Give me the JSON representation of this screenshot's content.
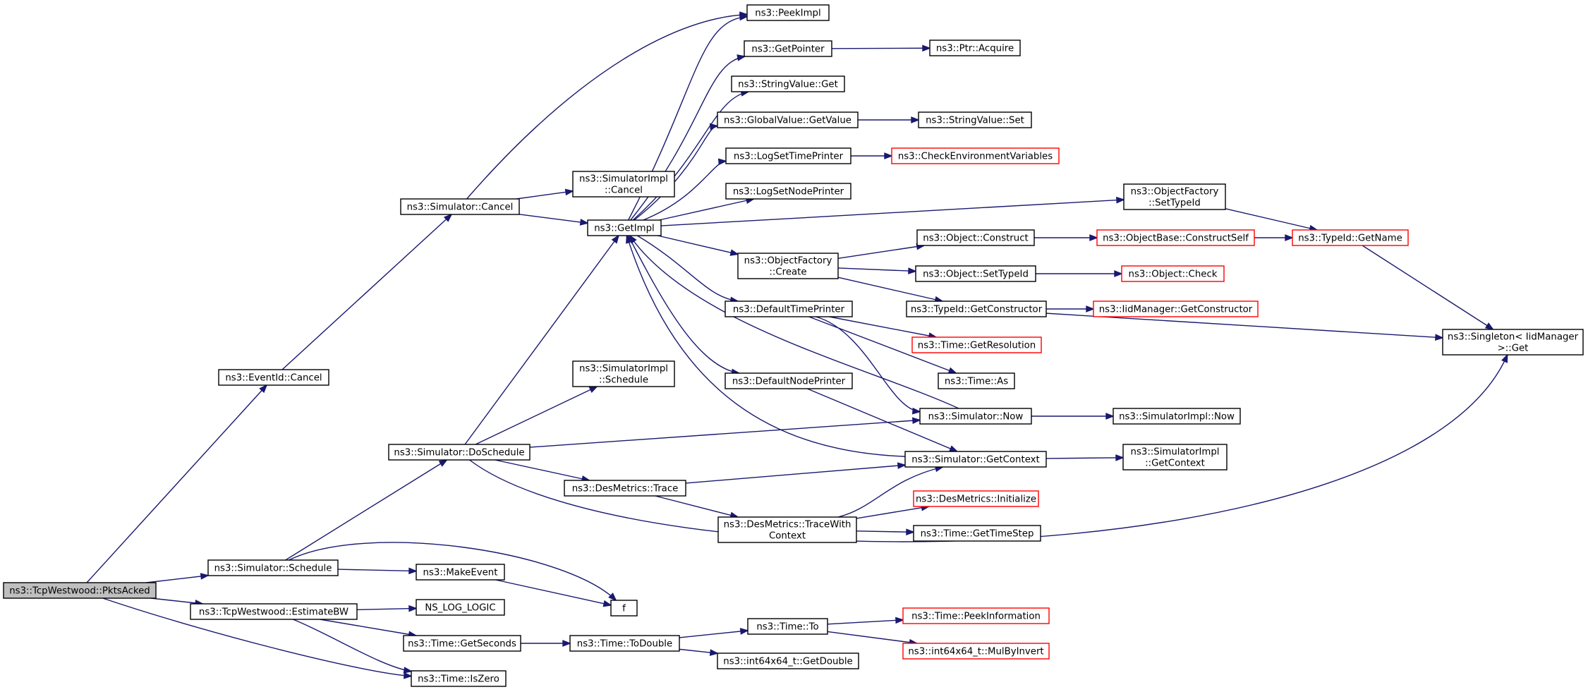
{
  "title": "",
  "colors": {
    "edge": "#191970",
    "border_normal": "#000000",
    "border_truncated": "#ff0000",
    "fill_root": "#bfbfbf",
    "fill_normal": "#ffffff"
  },
  "nodes": [
    {
      "id": "pktsacked",
      "lines": [
        "ns3::TcpWestwood::PktsAcked"
      ],
      "kind": "root"
    },
    {
      "id": "eventid_cancel",
      "lines": [
        "ns3::EventId::Cancel"
      ],
      "kind": "normal"
    },
    {
      "id": "simulator_cancel",
      "lines": [
        "ns3::Simulator::Cancel"
      ],
      "kind": "normal"
    },
    {
      "id": "simimpl_cancel",
      "lines": [
        "ns3::SimulatorImpl",
        "::Cancel"
      ],
      "kind": "normal"
    },
    {
      "id": "getimpl",
      "lines": [
        "ns3::GetImpl"
      ],
      "kind": "normal"
    },
    {
      "id": "peekimpl",
      "lines": [
        "ns3::PeekImpl"
      ],
      "kind": "normal"
    },
    {
      "id": "getpointer",
      "lines": [
        "ns3::GetPointer"
      ],
      "kind": "normal"
    },
    {
      "id": "ptr_acquire",
      "lines": [
        "ns3::Ptr::Acquire"
      ],
      "kind": "normal"
    },
    {
      "id": "stringvalue_get",
      "lines": [
        "ns3::StringValue::Get"
      ],
      "kind": "normal"
    },
    {
      "id": "globalvalue_getvalue",
      "lines": [
        "ns3::GlobalValue::GetValue"
      ],
      "kind": "normal"
    },
    {
      "id": "stringvalue_set",
      "lines": [
        "ns3::StringValue::Set"
      ],
      "kind": "normal"
    },
    {
      "id": "logsettimeprinter",
      "lines": [
        "ns3::LogSetTimePrinter"
      ],
      "kind": "normal"
    },
    {
      "id": "checkenv",
      "lines": [
        "ns3::CheckEnvironmentVariables"
      ],
      "kind": "truncated"
    },
    {
      "id": "logsetnodeprinter",
      "lines": [
        "ns3::LogSetNodePrinter"
      ],
      "kind": "normal"
    },
    {
      "id": "objfactory_settypeid",
      "lines": [
        "ns3::ObjectFactory",
        "::SetTypeId"
      ],
      "kind": "normal"
    },
    {
      "id": "objfactory_create",
      "lines": [
        "ns3::ObjectFactory",
        "::Create"
      ],
      "kind": "normal"
    },
    {
      "id": "object_construct",
      "lines": [
        "ns3::Object::Construct"
      ],
      "kind": "normal"
    },
    {
      "id": "objectbase_constructself",
      "lines": [
        "ns3::ObjectBase::ConstructSelf"
      ],
      "kind": "truncated"
    },
    {
      "id": "typeid_getname",
      "lines": [
        "ns3::TypeId::GetName"
      ],
      "kind": "truncated"
    },
    {
      "id": "object_settypeid",
      "lines": [
        "ns3::Object::SetTypeId"
      ],
      "kind": "normal"
    },
    {
      "id": "object_check",
      "lines": [
        "ns3::Object::Check"
      ],
      "kind": "truncated"
    },
    {
      "id": "typeid_getconstructor",
      "lines": [
        "ns3::TypeId::GetConstructor"
      ],
      "kind": "normal"
    },
    {
      "id": "iidmanager_getconstructor",
      "lines": [
        "ns3::IidManager::GetConstructor"
      ],
      "kind": "truncated"
    },
    {
      "id": "singleton_get",
      "lines": [
        "ns3::Singleton< IidManager",
        " >::Get"
      ],
      "kind": "normal"
    },
    {
      "id": "defaulttimeprinter",
      "lines": [
        "ns3::DefaultTimePrinter"
      ],
      "kind": "normal"
    },
    {
      "id": "time_getresolution",
      "lines": [
        "ns3::Time::GetResolution"
      ],
      "kind": "truncated"
    },
    {
      "id": "time_as",
      "lines": [
        "ns3::Time::As"
      ],
      "kind": "normal"
    },
    {
      "id": "defaultnodeprinter",
      "lines": [
        "ns3::DefaultNodePrinter"
      ],
      "kind": "normal"
    },
    {
      "id": "simulator_now",
      "lines": [
        "ns3::Simulator::Now"
      ],
      "kind": "normal"
    },
    {
      "id": "simimpl_now",
      "lines": [
        "ns3::SimulatorImpl::Now"
      ],
      "kind": "normal"
    },
    {
      "id": "simimpl_schedule",
      "lines": [
        "ns3::SimulatorImpl",
        "::Schedule"
      ],
      "kind": "normal"
    },
    {
      "id": "simulator_doschedule",
      "lines": [
        "ns3::Simulator::DoSchedule"
      ],
      "kind": "normal"
    },
    {
      "id": "simulator_getcontext",
      "lines": [
        "ns3::Simulator::GetContext"
      ],
      "kind": "normal"
    },
    {
      "id": "simimpl_getcontext",
      "lines": [
        "ns3::SimulatorImpl",
        "::GetContext"
      ],
      "kind": "normal"
    },
    {
      "id": "desmetrics_trace",
      "lines": [
        "ns3::DesMetrics::Trace"
      ],
      "kind": "normal"
    },
    {
      "id": "desmetrics_initialize",
      "lines": [
        "ns3::DesMetrics::Initialize"
      ],
      "kind": "truncated"
    },
    {
      "id": "desmetrics_tracewithcontext",
      "lines": [
        "ns3::DesMetrics::TraceWith",
        "Context"
      ],
      "kind": "normal"
    },
    {
      "id": "time_gettimestep",
      "lines": [
        "ns3::Time::GetTimeStep"
      ],
      "kind": "normal"
    },
    {
      "id": "simulator_schedule",
      "lines": [
        "ns3::Simulator::Schedule"
      ],
      "kind": "normal"
    },
    {
      "id": "makeevent",
      "lines": [
        "ns3::MakeEvent"
      ],
      "kind": "normal"
    },
    {
      "id": "f",
      "lines": [
        "f"
      ],
      "kind": "normal"
    },
    {
      "id": "estimatebw",
      "lines": [
        "ns3::TcpWestwood::EstimateBW"
      ],
      "kind": "normal"
    },
    {
      "id": "ns_log_logic",
      "lines": [
        "NS_LOG_LOGIC"
      ],
      "kind": "normal"
    },
    {
      "id": "time_getseconds",
      "lines": [
        "ns3::Time::GetSeconds"
      ],
      "kind": "normal"
    },
    {
      "id": "time_todouble",
      "lines": [
        "ns3::Time::ToDouble"
      ],
      "kind": "normal"
    },
    {
      "id": "time_to",
      "lines": [
        "ns3::Time::To"
      ],
      "kind": "normal"
    },
    {
      "id": "time_peekinformation",
      "lines": [
        "ns3::Time::PeekInformation"
      ],
      "kind": "truncated"
    },
    {
      "id": "int64_mulbyinvert",
      "lines": [
        "ns3::int64x64_t::MulByInvert"
      ],
      "kind": "truncated"
    },
    {
      "id": "int64_getdouble",
      "lines": [
        "ns3::int64x64_t::GetDouble"
      ],
      "kind": "normal"
    },
    {
      "id": "time_iszero",
      "lines": [
        "ns3::Time::IsZero"
      ],
      "kind": "normal"
    }
  ],
  "edges": [
    {
      "from": "pktsacked",
      "to": "eventid_cancel"
    },
    {
      "from": "pktsacked",
      "to": "simulator_schedule"
    },
    {
      "from": "pktsacked",
      "to": "estimatebw"
    },
    {
      "from": "pktsacked",
      "to": "time_iszero"
    },
    {
      "from": "eventid_cancel",
      "to": "simulator_cancel"
    },
    {
      "from": "simulator_cancel",
      "to": "simimpl_cancel"
    },
    {
      "from": "simulator_cancel",
      "to": "getimpl"
    },
    {
      "from": "simulator_cancel",
      "to": "peekimpl"
    },
    {
      "from": "getimpl",
      "to": "peekimpl"
    },
    {
      "from": "getimpl",
      "to": "getpointer"
    },
    {
      "from": "getimpl",
      "to": "stringvalue_get"
    },
    {
      "from": "getimpl",
      "to": "globalvalue_getvalue"
    },
    {
      "from": "getimpl",
      "to": "logsettimeprinter"
    },
    {
      "from": "getimpl",
      "to": "logsetnodeprinter"
    },
    {
      "from": "getimpl",
      "to": "objfactory_settypeid"
    },
    {
      "from": "getimpl",
      "to": "objfactory_create"
    },
    {
      "from": "getimpl",
      "to": "defaulttimeprinter"
    },
    {
      "from": "getimpl",
      "to": "defaultnodeprinter"
    },
    {
      "from": "getpointer",
      "to": "ptr_acquire"
    },
    {
      "from": "globalvalue_getvalue",
      "to": "stringvalue_set"
    },
    {
      "from": "logsettimeprinter",
      "to": "checkenv"
    },
    {
      "from": "objfactory_settypeid",
      "to": "typeid_getname"
    },
    {
      "from": "objfactory_create",
      "to": "object_construct"
    },
    {
      "from": "objfactory_create",
      "to": "object_settypeid"
    },
    {
      "from": "objfactory_create",
      "to": "typeid_getconstructor"
    },
    {
      "from": "object_construct",
      "to": "objectbase_constructself"
    },
    {
      "from": "objectbase_constructself",
      "to": "typeid_getname"
    },
    {
      "from": "object_settypeid",
      "to": "object_check"
    },
    {
      "from": "typeid_getconstructor",
      "to": "iidmanager_getconstructor"
    },
    {
      "from": "typeid_getconstructor",
      "to": "singleton_get"
    },
    {
      "from": "typeid_getname",
      "to": "singleton_get"
    },
    {
      "from": "defaulttimeprinter",
      "to": "time_getresolution"
    },
    {
      "from": "defaulttimeprinter",
      "to": "time_as"
    },
    {
      "from": "defaulttimeprinter",
      "to": "simulator_now"
    },
    {
      "from": "defaultnodeprinter",
      "to": "simulator_getcontext"
    },
    {
      "from": "simulator_now",
      "to": "getimpl"
    },
    {
      "from": "simulator_now",
      "to": "simimpl_now"
    },
    {
      "from": "simulator_getcontext",
      "to": "getimpl"
    },
    {
      "from": "simulator_getcontext",
      "to": "simimpl_getcontext"
    },
    {
      "from": "simulator_doschedule",
      "to": "getimpl"
    },
    {
      "from": "simulator_doschedule",
      "to": "simimpl_schedule"
    },
    {
      "from": "simulator_doschedule",
      "to": "simulator_now"
    },
    {
      "from": "simulator_doschedule",
      "to": "desmetrics_trace"
    },
    {
      "from": "simulator_doschedule",
      "to": "singleton_get"
    },
    {
      "from": "desmetrics_trace",
      "to": "simulator_getcontext"
    },
    {
      "from": "desmetrics_trace",
      "to": "desmetrics_tracewithcontext"
    },
    {
      "from": "desmetrics_tracewithcontext",
      "to": "simulator_getcontext"
    },
    {
      "from": "desmetrics_tracewithcontext",
      "to": "desmetrics_initialize"
    },
    {
      "from": "desmetrics_tracewithcontext",
      "to": "time_gettimestep"
    },
    {
      "from": "simulator_schedule",
      "to": "simulator_doschedule"
    },
    {
      "from": "simulator_schedule",
      "to": "makeevent"
    },
    {
      "from": "simulator_schedule",
      "to": "f"
    },
    {
      "from": "makeevent",
      "to": "f"
    },
    {
      "from": "estimatebw",
      "to": "ns_log_logic"
    },
    {
      "from": "estimatebw",
      "to": "time_getseconds"
    },
    {
      "from": "estimatebw",
      "to": "time_iszero"
    },
    {
      "from": "time_getseconds",
      "to": "time_todouble"
    },
    {
      "from": "time_todouble",
      "to": "time_to"
    },
    {
      "from": "time_todouble",
      "to": "int64_getdouble"
    },
    {
      "from": "time_to",
      "to": "time_peekinformation"
    },
    {
      "from": "time_to",
      "to": "int64_mulbyinvert"
    }
  ]
}
